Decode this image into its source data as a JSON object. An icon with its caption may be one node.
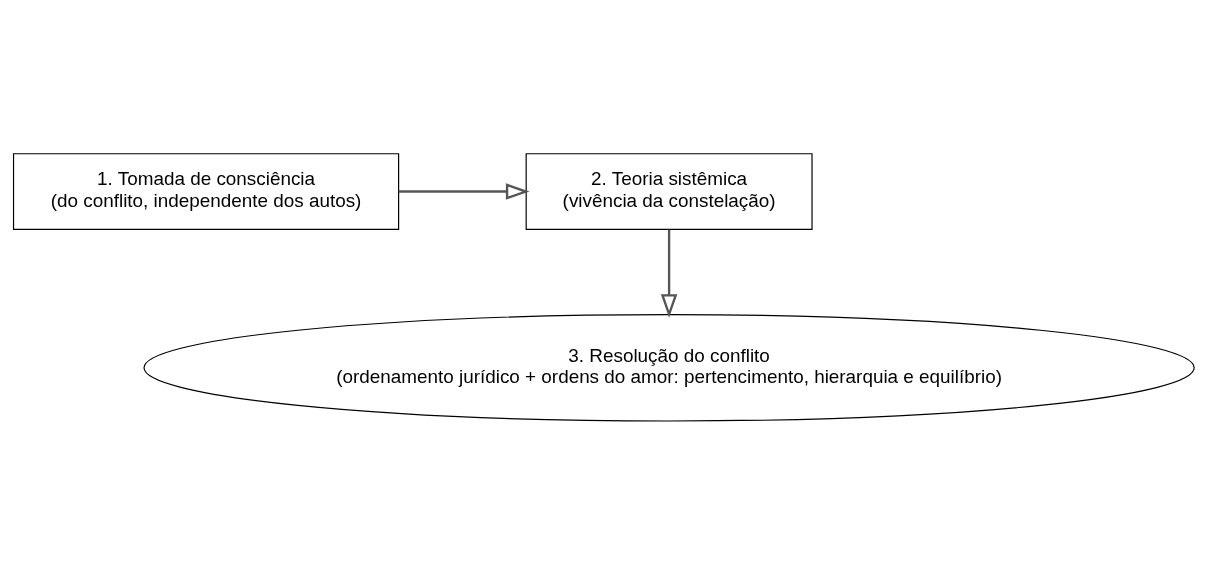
{
  "diagram": {
    "nodes": [
      {
        "text": [
          "1. Tomada de consciência",
          "(do conflito, independente dos autos)"
        ]
      },
      {
        "text": [
          "2. Teoria sistêmica",
          "(vivência da constelação)"
        ]
      },
      {
        "text": [
          "3. Resolução do conflito",
          "(ordenamento jurídico + ordens do amor: pertencimento, hierarquia e equilíbrio)"
        ]
      }
    ],
    "edges": [
      {
        "from": 0,
        "to": 1,
        "arrow": "to"
      },
      {
        "from": 1,
        "to": 2,
        "arrow": "to"
      }
    ]
  }
}
